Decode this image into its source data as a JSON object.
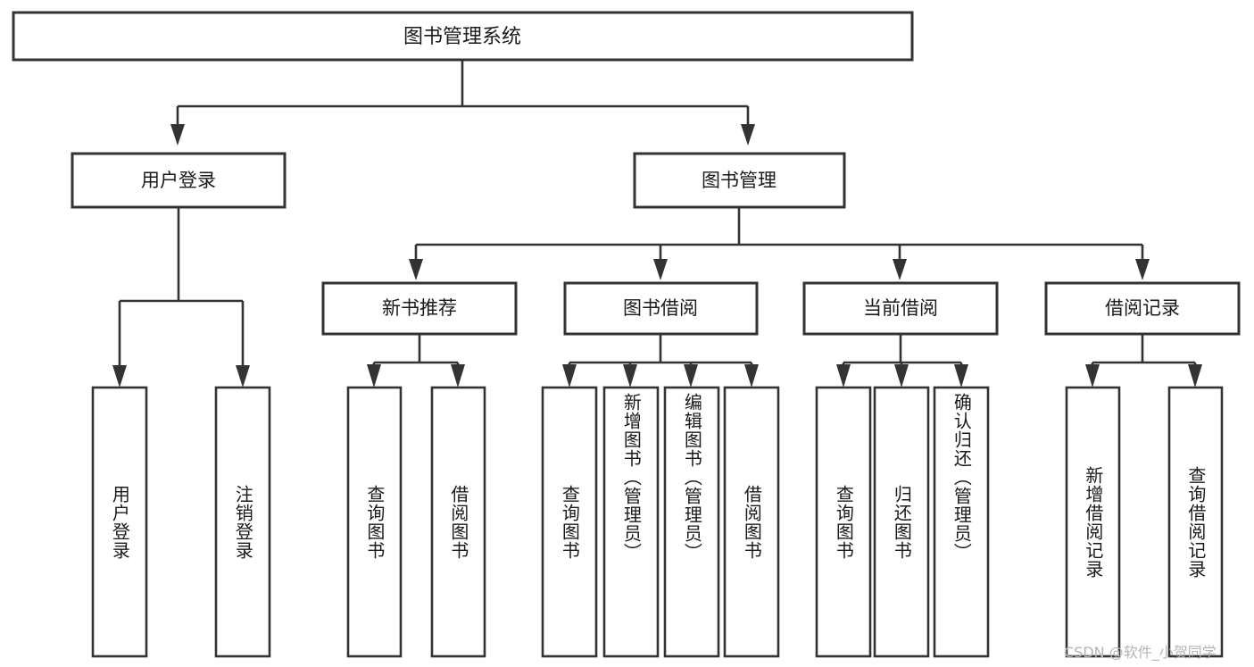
{
  "diagram": {
    "type": "tree",
    "title": "图书管理系统",
    "orientation": "top-down",
    "watermark": "CSDN @软件_小贺同学",
    "colors": {
      "box_fill": "#ffffff",
      "box_stroke": "#333333",
      "text": "#1a1a1a",
      "watermark": "#b4b4b4",
      "background": "#ffffff"
    },
    "root": {
      "label": "图书管理系统"
    },
    "level2": [
      {
        "label": "用户登录"
      },
      {
        "label": "图书管理"
      }
    ],
    "level3": [
      {
        "label": "新书推荐",
        "parent": "图书管理"
      },
      {
        "label": "图书借阅",
        "parent": "图书管理"
      },
      {
        "label": "当前借阅",
        "parent": "图书管理"
      },
      {
        "label": "借阅记录",
        "parent": "图书管理"
      }
    ],
    "leaves": {
      "用户登录": [
        {
          "label": "用户登录"
        },
        {
          "label": "注销登录"
        }
      ],
      "新书推荐": [
        {
          "label": "查询图书"
        },
        {
          "label": "借阅图书"
        }
      ],
      "图书借阅": [
        {
          "label": "查询图书"
        },
        {
          "label": "新增图书（管理员）"
        },
        {
          "label": "编辑图书（管理员）"
        },
        {
          "label": "借阅图书"
        }
      ],
      "当前借阅": [
        {
          "label": "查询图书"
        },
        {
          "label": "归还图书"
        },
        {
          "label": "确认归还（管理员）"
        }
      ],
      "借阅记录": [
        {
          "label": "新增借阅记录"
        },
        {
          "label": "查询借阅记录"
        }
      ]
    }
  }
}
